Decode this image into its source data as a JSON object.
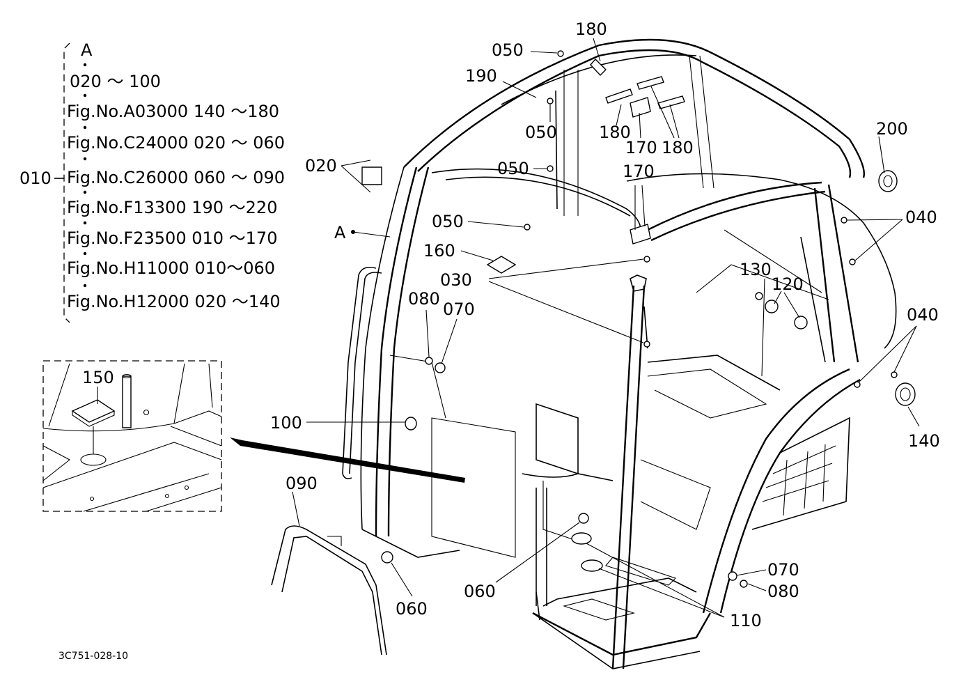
{
  "diagram": {
    "document_code": "3C751-028-10",
    "index": {
      "group_label": "010",
      "lines": [
        "A",
        "020 ～ 100",
        "Fig.No.A03000  140 ～180",
        "Fig.No.C24000  020 ～ 060",
        "Fig.No.C26000  060 ～ 090",
        "Fig.No.F13300   190 ～220",
        "Fig.No.F23500  010 ～170",
        "Fig.No.H11000  010～060",
        "Fig.No.H12000  020 ～140"
      ]
    },
    "reference_marker": "A",
    "inset_callout": "150",
    "callouts": {
      "c180_top": "180",
      "c050_top": "050",
      "c190": "190",
      "c050_b": "050",
      "c180_mid": "180",
      "c170_a": "170",
      "c180_right": "180",
      "c200": "200",
      "c020": "020",
      "c050_c": "050",
      "c170_b": "170",
      "c040_a": "040",
      "c050_d": "050",
      "c160": "160",
      "c030": "030",
      "c130": "130",
      "c120": "120",
      "c080_a": "080",
      "c070_a": "070",
      "c040_b": "040",
      "c100": "100",
      "c140": "140",
      "c090": "090",
      "c070_b": "070",
      "c080_b": "080",
      "c060_a": "060",
      "c060_b": "060",
      "c110": "110"
    }
  }
}
